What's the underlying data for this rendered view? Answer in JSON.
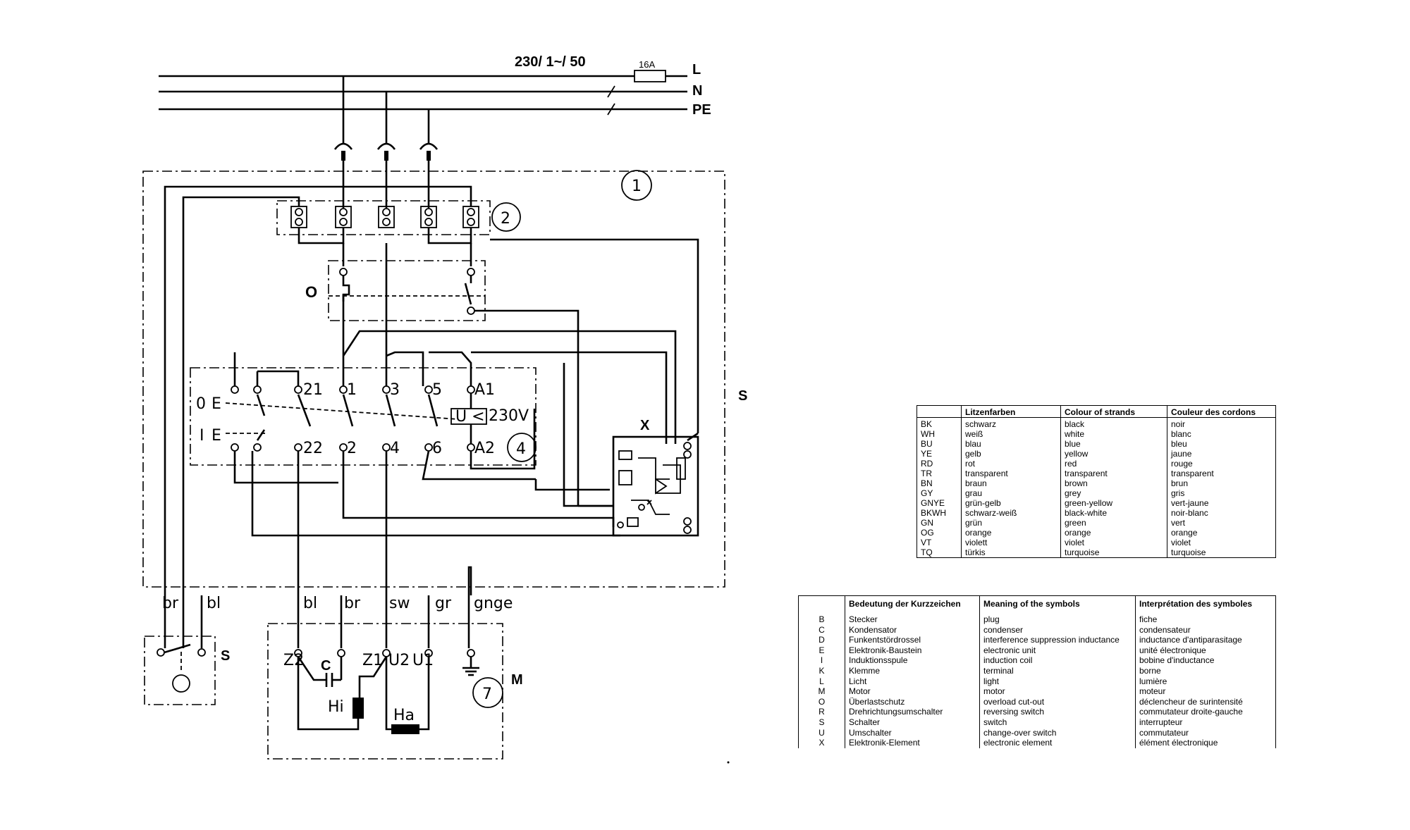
{
  "supply": {
    "rating": "230/ 1~/ 50",
    "fuse": "16A",
    "lines": [
      "L",
      "N",
      "PE"
    ]
  },
  "reference_numbers": {
    "housing": "1",
    "terminal_block": "2",
    "contactor": "4",
    "motor": "7"
  },
  "component_letters": {
    "overload": "O",
    "switch_main": "S",
    "switch_pedal": "S",
    "electronic": "X",
    "capacitor": "C",
    "motor": "M"
  },
  "contactor": {
    "off_label": "0",
    "on_label": "I",
    "top_terminals": [
      "21",
      "1",
      "3",
      "5",
      "A1"
    ],
    "bottom_terminals": [
      "22",
      "2",
      "4",
      "6",
      "A2"
    ],
    "coil_label": "U <",
    "coil_voltage": "230V"
  },
  "motor": {
    "terminals": [
      "Z2",
      "Z1",
      "U2",
      "U1"
    ],
    "winding_aux": "Hi",
    "winding_main": "Ha"
  },
  "wire_labels": [
    "br",
    "bl",
    "bl",
    "br",
    "sw",
    "gr",
    "gnge"
  ],
  "colour_table": {
    "headers": [
      "",
      "Litzenfarben",
      "Colour of strands",
      "Couleur des cordons"
    ],
    "rows": [
      [
        "BK",
        "schwarz",
        "black",
        "noir"
      ],
      [
        "WH",
        "weiß",
        "white",
        "blanc"
      ],
      [
        "BU",
        "blau",
        "blue",
        "bleu"
      ],
      [
        "YE",
        "gelb",
        "yellow",
        "jaune"
      ],
      [
        "RD",
        "rot",
        "red",
        "rouge"
      ],
      [
        "TR",
        "transparent",
        "transparent",
        "transparent"
      ],
      [
        "BN",
        "braun",
        "brown",
        "brun"
      ],
      [
        "GY",
        "grau",
        "grey",
        "gris"
      ],
      [
        "GNYE",
        "grün-gelb",
        "green-yellow",
        "vert-jaune"
      ],
      [
        "BKWH",
        "schwarz-weiß",
        "black-white",
        "noir-blanc"
      ],
      [
        "GN",
        "grün",
        "green",
        "vert"
      ],
      [
        "OG",
        "orange",
        "orange",
        "orange"
      ],
      [
        "VT",
        "violett",
        "violet",
        "violet"
      ],
      [
        "TQ",
        "türkis",
        "turquoise",
        "turquoise"
      ]
    ]
  },
  "symbol_table": {
    "headers": [
      "",
      "Bedeutung der Kurzzeichen",
      "Meaning of the symbols",
      "Interprétation des symboles"
    ],
    "rows": [
      [
        "B",
        "Stecker",
        "plug",
        "fiche"
      ],
      [
        "C",
        "Kondensator",
        "condenser",
        "condensateur"
      ],
      [
        "D",
        "Funkentstördrossel",
        "interference suppression inductance",
        "inductance d'antiparasitage"
      ],
      [
        "E",
        "Elektronik-Baustein",
        "electronic unit",
        "unité électronique"
      ],
      [
        "I",
        "Induktionsspule",
        "induction coil",
        "bobine d'inductance"
      ],
      [
        "K",
        "Klemme",
        "terminal",
        "borne"
      ],
      [
        "L",
        "Licht",
        "light",
        "lumière"
      ],
      [
        "M",
        "Motor",
        "motor",
        "moteur"
      ],
      [
        "O",
        "Überlastschutz",
        "overload cut-out",
        "déclencheur de surintensité"
      ],
      [
        "R",
        "Drehrichtungsumschalter",
        "reversing switch",
        "commutateur droite-gauche"
      ],
      [
        "S",
        "Schalter",
        "switch",
        "interrupteur"
      ],
      [
        "U",
        "Umschalter",
        "change-over switch",
        "commutateur"
      ],
      [
        "X",
        "Elektronik-Element",
        "electronic element",
        "élément électronique"
      ]
    ]
  }
}
